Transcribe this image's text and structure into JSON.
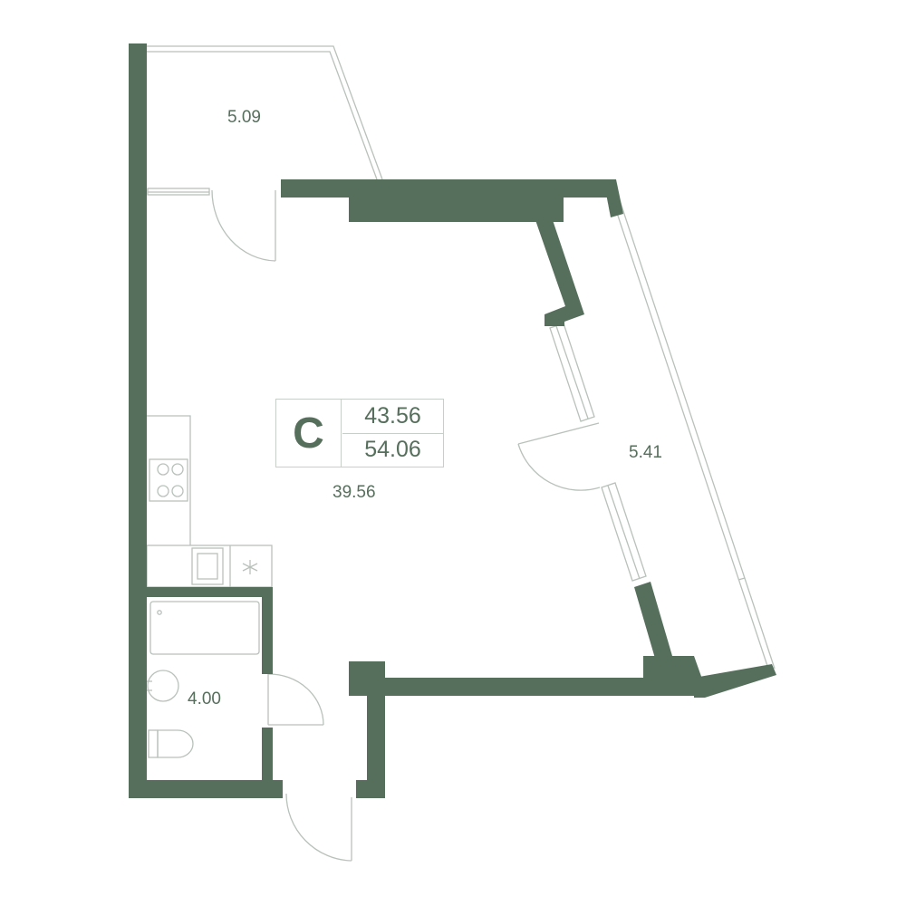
{
  "colors": {
    "wall": "#566f5c",
    "thin": "#b9c1bb",
    "text": "#566f5c"
  },
  "apartment": {
    "type_letter": "C",
    "area_total": "43.56",
    "area_with_balcony": "54.06"
  },
  "rooms": [
    {
      "id": "balcony-top",
      "area": "5.09"
    },
    {
      "id": "balcony-right",
      "area": "5.41"
    },
    {
      "id": "living-room",
      "area": "39.56"
    },
    {
      "id": "bathroom",
      "area": "4.00"
    }
  ],
  "icons": [
    "stove-icon",
    "sink-icon",
    "vent-icon",
    "bathtub-icon",
    "washbasin-icon",
    "toilet-icon"
  ]
}
